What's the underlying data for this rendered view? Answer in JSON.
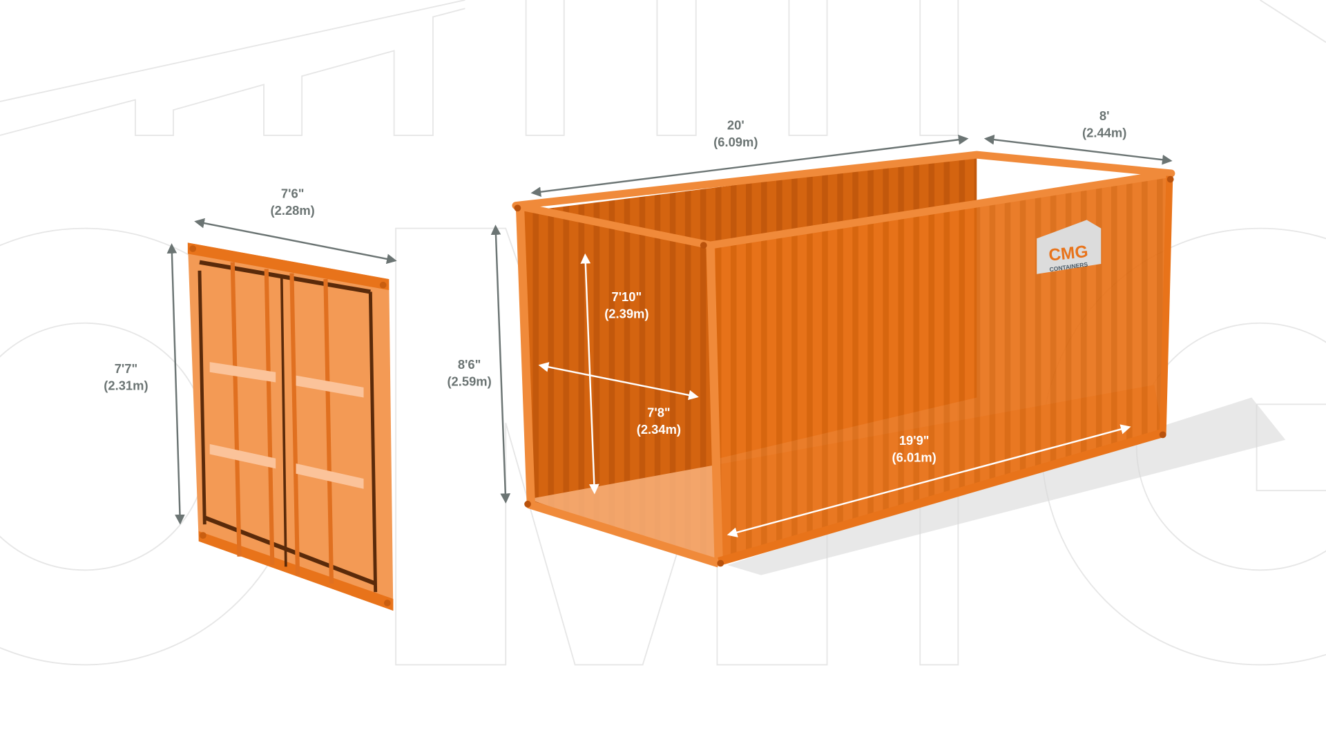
{
  "logo": {
    "main": "CMG",
    "sub": "CONTAINERS"
  },
  "colors": {
    "container": "#e8731a",
    "container_dark": "#c95e10",
    "door": "#f39a55",
    "dimension_text": "#6b7473",
    "background_letters": "#e6e6e6"
  },
  "dimensions": {
    "exterior_length": {
      "imperial": "20'",
      "metric": "(6.09m)"
    },
    "exterior_width": {
      "imperial": "8'",
      "metric": "(2.44m)"
    },
    "exterior_height": {
      "imperial": "8'6\"",
      "metric": "(2.59m)"
    },
    "door_width": {
      "imperial": "7'6\"",
      "metric": "(2.28m)"
    },
    "door_height": {
      "imperial": "7'7\"",
      "metric": "(2.31m)"
    },
    "interior_height": {
      "imperial": "7'10\"",
      "metric": "(2.39m)"
    },
    "interior_width": {
      "imperial": "7'8\"",
      "metric": "(2.34m)"
    },
    "interior_length": {
      "imperial": "19'9\"",
      "metric": "(6.01m)"
    }
  }
}
